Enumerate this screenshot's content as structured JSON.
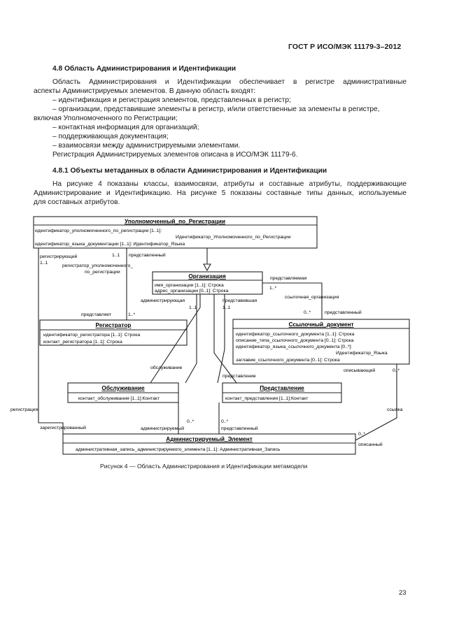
{
  "header": "ГОСТ Р ИСО/МЭК 11179-3–2012",
  "section_title": "4.8 Область Администрирования и Идентификации",
  "intro_lines": [
    "Область Администрирования и Идентификации обеспечивает в регистре административные",
    "аспекты Администрируемых элементов. В данную область входят:",
    "– идентификация и регистрация элементов, представленных в регистр;",
    "– организации, представившие элементы в регистр, и/или ответственные за элементы в регистре,",
    "включая Уполномоченного по Регистрации;",
    "– контактная информация для организаций;",
    "– поддерживающая документация;",
    "– взаимосвязи между администрируемыми элементами.",
    "Регистрация Администрируемых элементов описана в ИСО/МЭК 11179-6."
  ],
  "subsection_title": "4.8.1 Объекты метаданных в области Администрирования и Идентификации",
  "sub_lines": [
    "На рисунке 4 показаны классы, взаимосвязи, атрибуты и составные атрибуты, поддерживающие",
    "Администрирование и Идентификацию. На рисунке 5 показаны составные типы данных, используемые",
    "для составных атрибутов."
  ],
  "diagram": {
    "classes": {
      "ra": {
        "title": "Уполномоченный_по_Регистрации",
        "attrs": [
          "идентификатор_уполномоченного_по_регистрации [1..1]:",
          "Идентификатор_Уполномоченного_по_Регистрации",
          "идентификатор_языка_документации [1..1]: Идентификатор_Языка"
        ]
      },
      "org": {
        "title": "Организация",
        "attrs": [
          "имя_организации [1..1]: Строка",
          "адрес_организации [0..1]: Строка"
        ]
      },
      "registrar": {
        "title": "Регистратор",
        "attrs": [
          "идентификатор_регистратора [1..1]: Строка",
          "контакт_регистратора [1..1]: Строка"
        ]
      },
      "refdoc": {
        "title": "Ссылочный_документ",
        "attrs": [
          "идентификатор_ссылочного_документа [1..1]: Строка",
          "описание_типа_ссылочного_документа [0..1]: Строка",
          "идентификатор_языка_ссылочного_документа [0..*]:",
          "Идентификатор_Языка",
          "заглавие_ссылочного_документа [0..1]: Строка"
        ]
      },
      "stewardship": {
        "title": "Обслуживание",
        "attrs": [
          "контакт_обслуживания [1..1]:Контакт"
        ]
      },
      "submission": {
        "title": "Представление",
        "attrs": [
          "контакт_представления [1..1]:Контакт"
        ]
      },
      "adminitem": {
        "title": "Администрируемый_Элемент",
        "attrs": [
          "административная_запись_администрируемого_элемента [1..1]: Административная_Запись"
        ]
      }
    },
    "labels": {
      "registering": "регистрирующий",
      "m_1_1_a": "1..1",
      "represented_1": "представленный",
      "m_1_1_b": "1..1",
      "registrar_of_ra": "регистратор_уполномоченного_",
      "registrar_of_ra_2": "по_регистрации",
      "represents": "представляет",
      "m_1_star": "1..*",
      "administering": "администрирующая",
      "m_1_1_c": "1..1",
      "submitting": "представившая",
      "m_1_1_d": "1..1",
      "representing": "представляемая",
      "m_1_star_b": "1..*",
      "ref_org": "ссылочная_организация",
      "m_0_star_a": "0..*",
      "represented_2": "представленный",
      "stewardship_label": "обслуживание",
      "submission_label": "представление",
      "describing": "описывающий",
      "m_0_star_b": "0..*",
      "registration": "регистрация",
      "reference": "ссылка",
      "registered": "зарегистрированный",
      "m_0_star_c": "0..*",
      "administered": "администрируемый",
      "m_0_star_d": "0..*",
      "submitted": "представленный",
      "m_0_star_e": "0..*",
      "described": "описанный"
    }
  },
  "caption": "Рисунок 4 — Область Администрирования и Идентификации метамодели",
  "page_number": "23"
}
